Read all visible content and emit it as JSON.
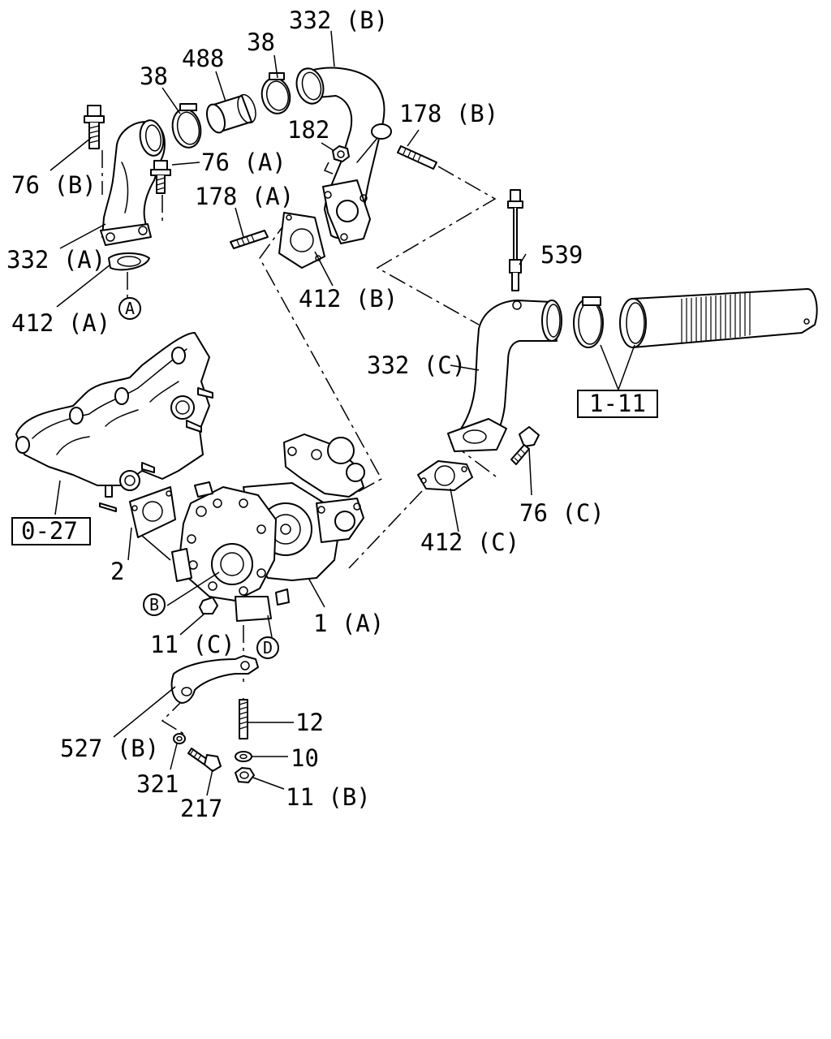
{
  "labels": {
    "p332b": "332 (B)",
    "p38_top": "38",
    "p488": "488",
    "p38_left": "38",
    "p178b": "178 (B)",
    "p182": "182",
    "p76b": "76 (B)",
    "p76a": "76 (A)",
    "p178a": "178 (A)",
    "p539": "539",
    "p332a": "332 (A)",
    "p412b": "412 (B)",
    "p412a": "412 (A)",
    "p332c": "332 (C)",
    "p1_11": "1-11",
    "p0_27": "0-27",
    "p2": "2",
    "p76c": "76 (C)",
    "p412c": "412 (C)",
    "p1a": "1 (A)",
    "p11c": "11 (C)",
    "p12": "12",
    "p527b": "527 (B)",
    "p10": "10",
    "p321": "321",
    "p217": "217",
    "p11b": "11 (B)"
  },
  "markers": {
    "a": "A",
    "b": "B",
    "d": "D"
  }
}
